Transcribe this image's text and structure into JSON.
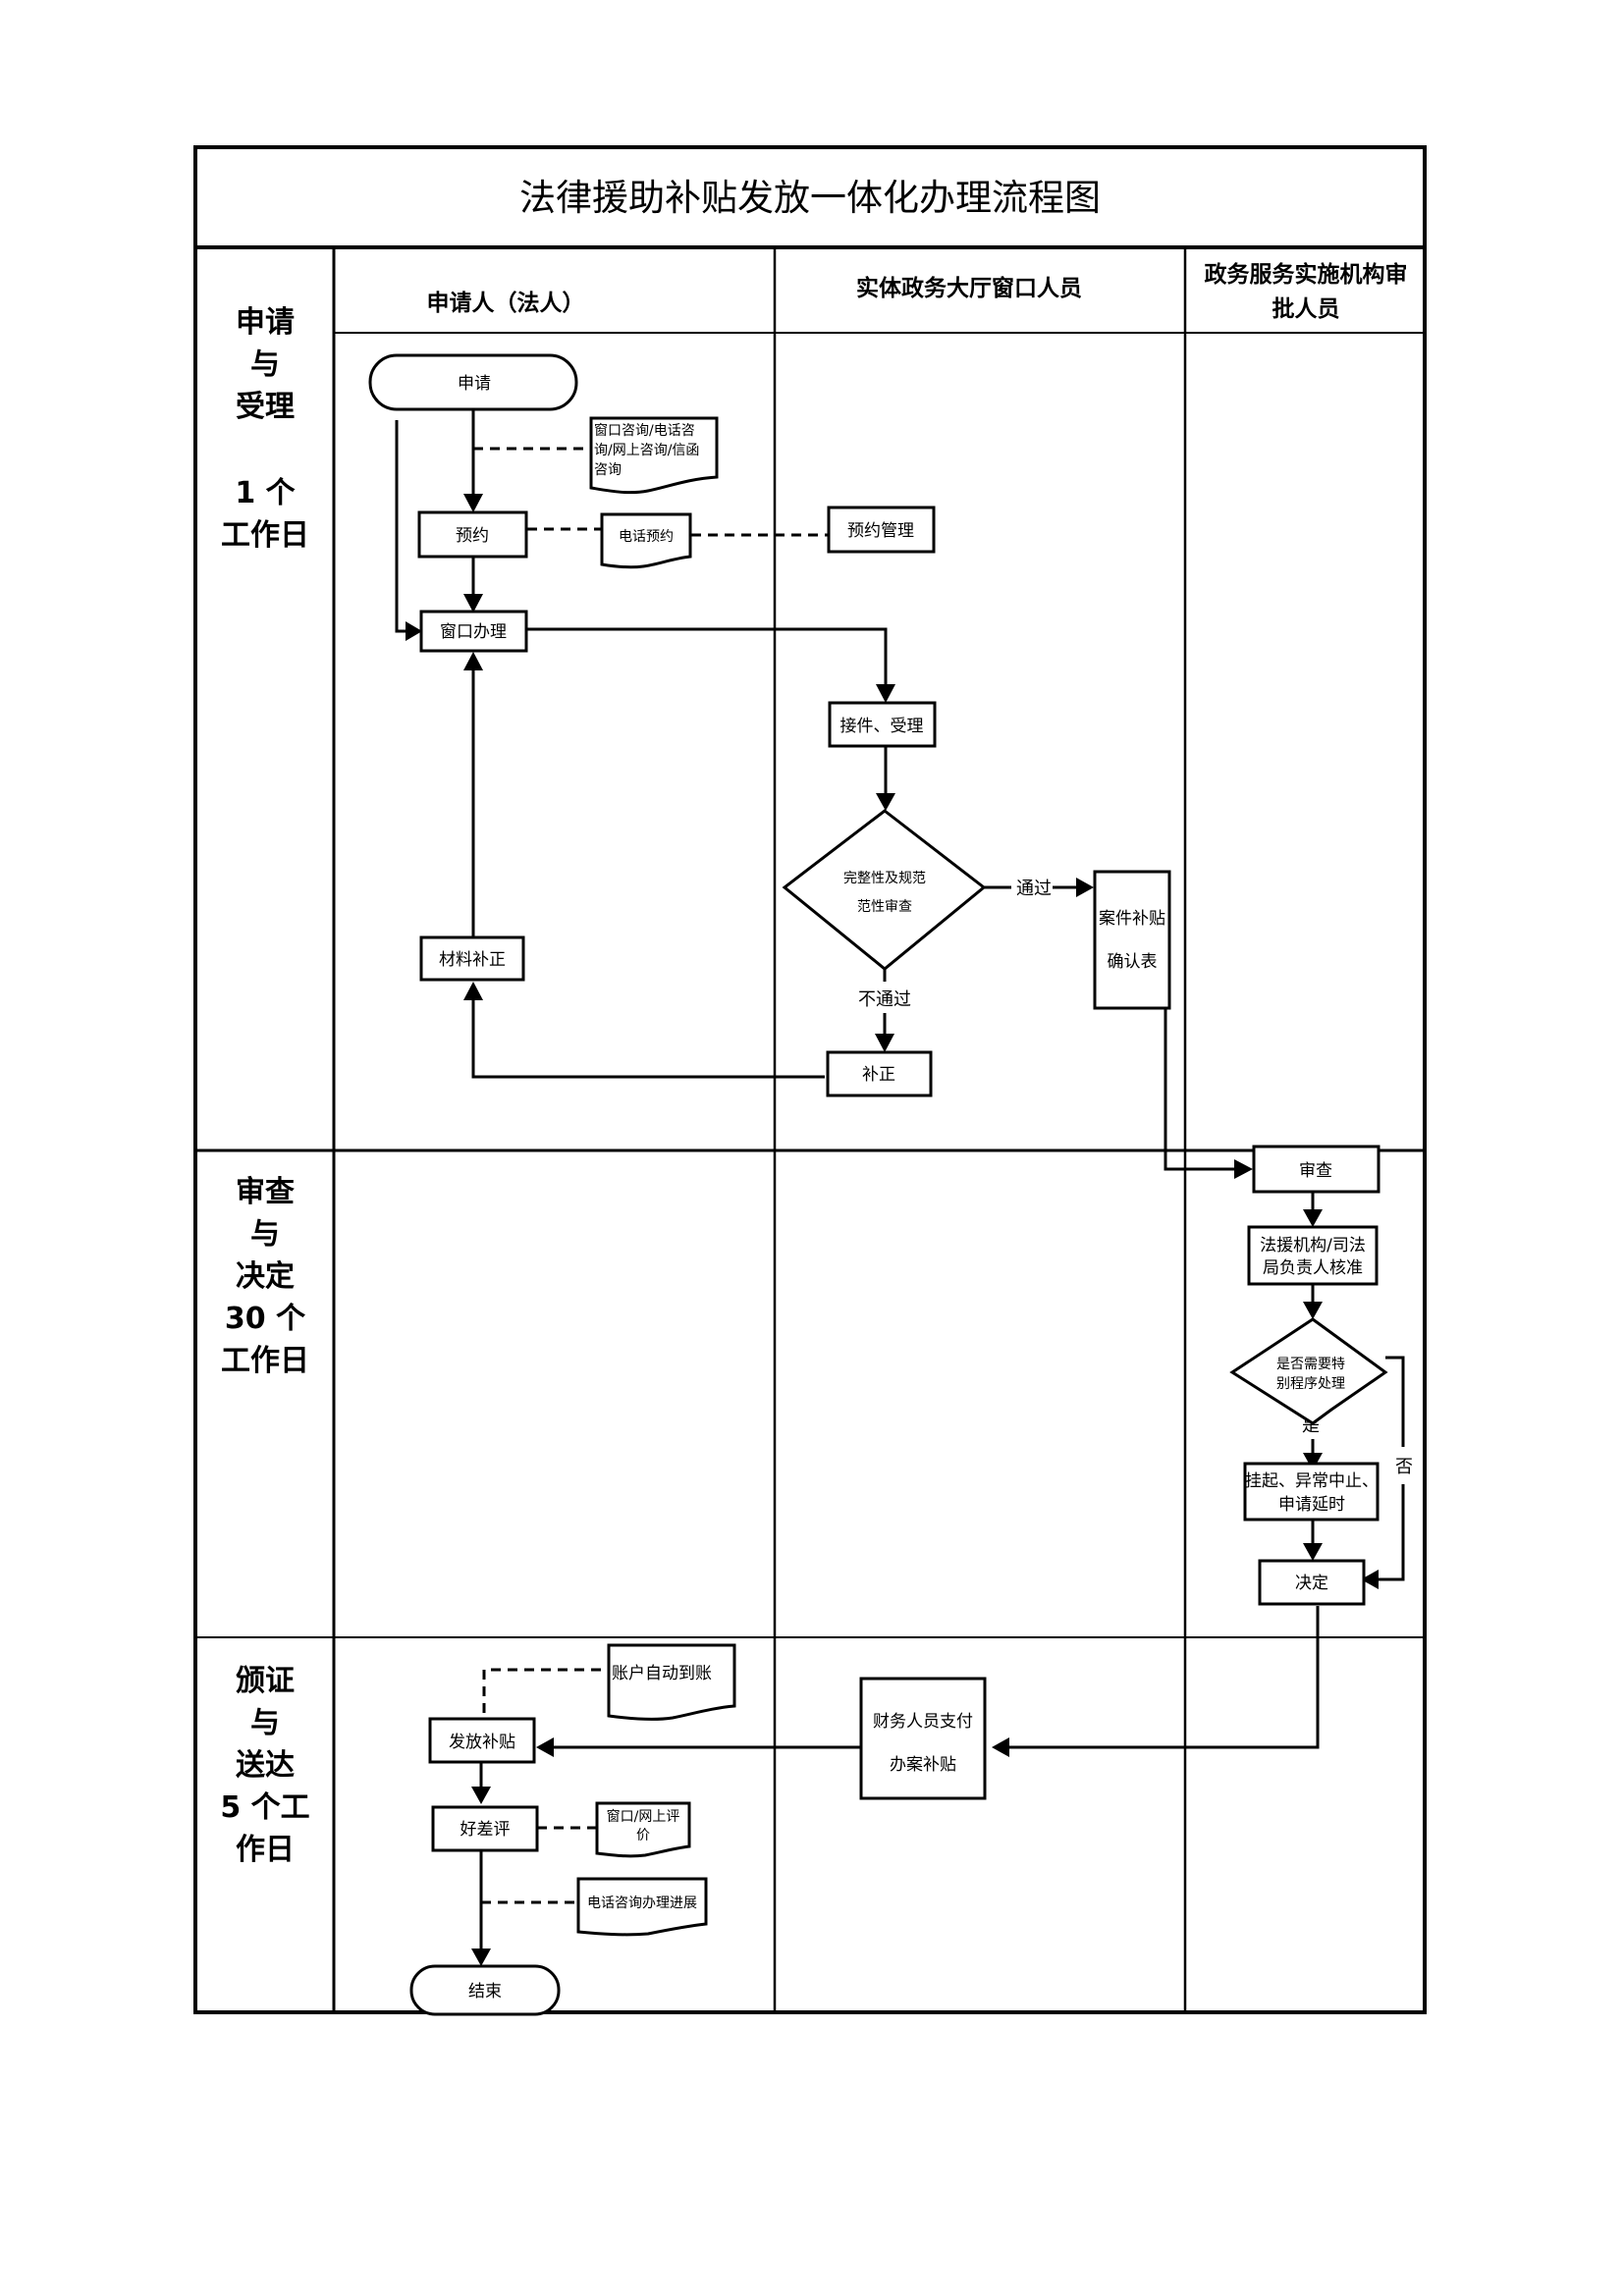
{
  "title": "法律援助补贴发放一体化办理流程图",
  "lanes": [
    {
      "label": "申请人（法人）"
    },
    {
      "label": "实体政务大厅窗口人员"
    },
    {
      "label_lines": [
        "政务服务实施机构审",
        "批人员"
      ]
    }
  ],
  "phases": [
    {
      "lines": [
        "申请",
        "与",
        "受理",
        "",
        "1 个",
        "工作日"
      ]
    },
    {
      "lines": [
        "审查",
        "与",
        "决定",
        "30 个",
        "工作日"
      ]
    },
    {
      "lines": [
        "颁证",
        "与",
        "送达",
        "5 个工",
        "作日"
      ]
    }
  ],
  "nodes": {
    "apply": "申请",
    "consult_doc": [
      "窗口咨询/电话咨",
      "询/网上咨询/信函",
      "咨询"
    ],
    "reserve": "预约",
    "phone_reserve_doc": "电话预约",
    "reserve_manage": "预约管理",
    "window_handle": "窗口办理",
    "receive": "接件、受理",
    "check_decision": [
      "完整性及规范",
      "范性审查"
    ],
    "confirm_form": [
      "案件补贴",
      "确认表"
    ],
    "supplement": "补正",
    "material_supplement": "材料补正",
    "review": "审查",
    "approve": [
      "法援机构/司法",
      "局负责人核准"
    ],
    "special_decision": [
      "是否需要特",
      "别程序处理"
    ],
    "suspend": [
      "挂起、异常中止、",
      "申请延时"
    ],
    "decide": "决定",
    "finance_pay": [
      "财务人员支付",
      "办案补贴"
    ],
    "issue_subsidy": "发放补贴",
    "auto_account_doc": "账户自动到账",
    "rating": "好差评",
    "rating_doc": [
      "窗口/网上评",
      "价"
    ],
    "phone_progress_doc": "电话咨询办理进展",
    "end": "结束"
  },
  "edge_labels": {
    "pass": "通过",
    "fail": "不通过",
    "yes": "是",
    "no": "否"
  }
}
